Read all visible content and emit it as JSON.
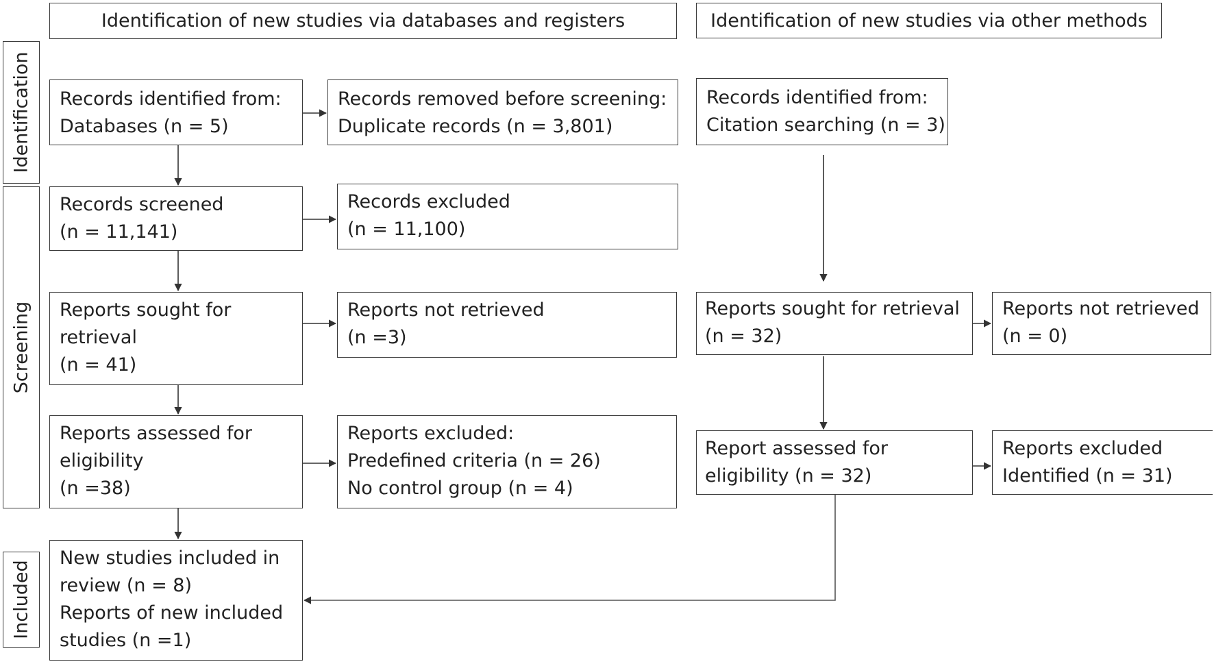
{
  "headers": {
    "databases": "Identification of new studies via databases and registers",
    "other": "Identification of new studies via other methods"
  },
  "phases": {
    "identification": "Identification",
    "screening": "Screening",
    "included": "Included"
  },
  "db": {
    "identified": [
      "Records identified from:",
      "Databases (n = 5)"
    ],
    "removed": [
      "Records removed before screening:",
      "Duplicate records (n = 3,801)"
    ],
    "screened": [
      "Records screened",
      "(n = 11,141)"
    ],
    "excluded": [
      "Records excluded",
      "(n = 11,100)"
    ],
    "sought": [
      "Reports sought for",
      "retrieval",
      "(n = 41)"
    ],
    "not_retrieved": [
      "Reports not retrieved",
      "(n =3)"
    ],
    "assessed": [
      "Reports assessed for",
      "eligibility",
      "(n =38)"
    ],
    "reports_excluded": [
      "Reports excluded:",
      "Predefined criteria (n = 26)",
      "No control group (n = 4)"
    ],
    "included": [
      "New studies included in",
      "review (n = 8)",
      "Reports of new included",
      "studies (n =1)"
    ]
  },
  "other": {
    "identified": [
      "Records identified from:",
      "Citation searching (n = 3)"
    ],
    "sought": [
      "Reports sought for retrieval",
      "(n = 32)"
    ],
    "not_retrieved": [
      "Reports not retrieved",
      "(n = 0)"
    ],
    "assessed": [
      "Report assessed for",
      "eligibility (n = 32)"
    ],
    "excluded": [
      "Reports excluded",
      "Identified (n = 31)"
    ]
  }
}
